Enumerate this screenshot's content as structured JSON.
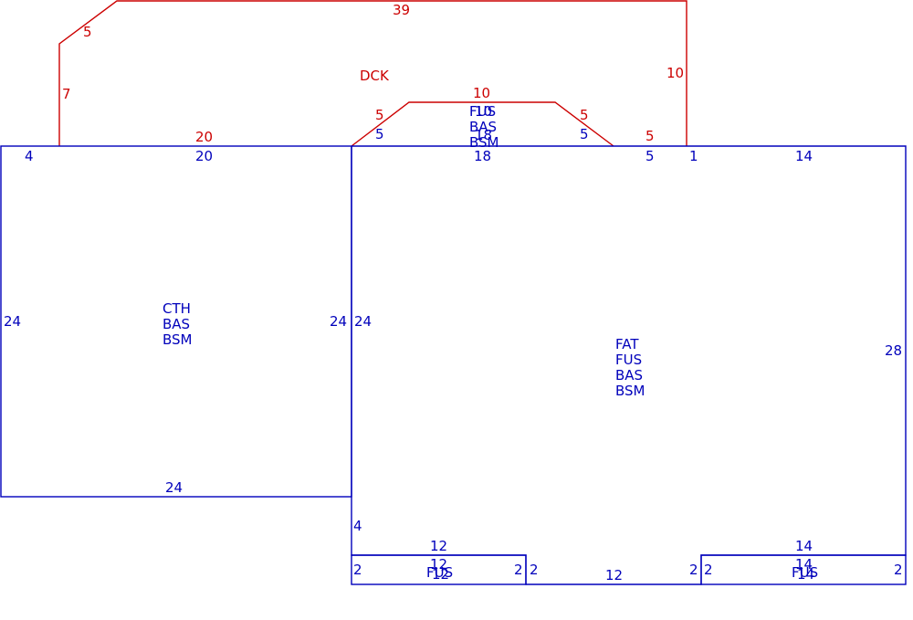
{
  "colors": {
    "deck": "#cc0000",
    "building": "#0000bb",
    "background": "#ffffff"
  },
  "deck": {
    "area_label": "DCK",
    "top": "39",
    "corner": "5",
    "left": "7",
    "left_bottom": "20",
    "right": "10",
    "bump_top": "10",
    "bump_left": "5",
    "bump_right": "5",
    "right_bottom": "5"
  },
  "left_wing": {
    "codes": [
      "CTH",
      "BAS",
      "BSM"
    ],
    "top_offset": "4",
    "top": "20",
    "left": "24",
    "right": "24",
    "bottom": "24"
  },
  "bump_section": {
    "codes": [
      "FUS",
      "BAS",
      "BSM"
    ],
    "top": "10",
    "left": "5",
    "right": "5",
    "bottom": "18",
    "overlap_value": "18"
  },
  "main_section": {
    "codes": [
      "FAT",
      "FUS",
      "BAS",
      "BSM"
    ],
    "left": "24",
    "right": "28",
    "top_right_offset": "5",
    "top_right_gap": "1",
    "top_right": "14",
    "left_lower": "4",
    "bottom_middle": "12",
    "bottom_left_side": "2",
    "bottom_right_side": "2"
  },
  "bay_left": {
    "code": "FUS",
    "top": "12",
    "bottom": "12",
    "left": "2",
    "right": "2",
    "overlap_value": "12"
  },
  "bay_right": {
    "code": "FUS",
    "top": "14",
    "bottom": "14",
    "left": "2",
    "right": "2",
    "overlap_value": "14"
  }
}
